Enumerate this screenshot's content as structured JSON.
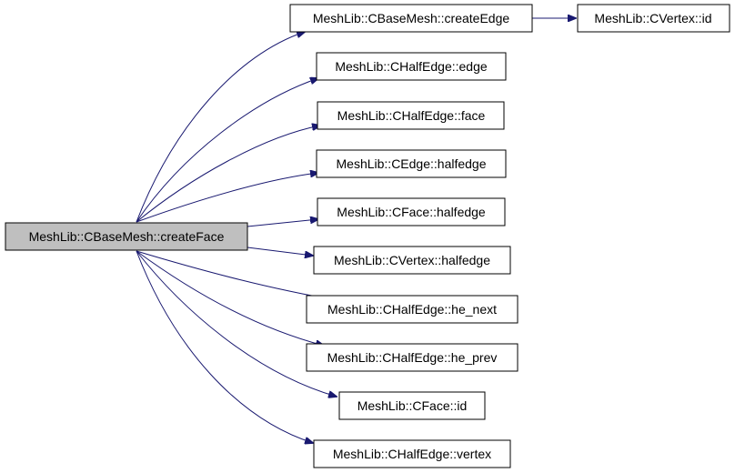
{
  "graph": {
    "edge_color": "#191970",
    "root_fill": "#bfbfbf",
    "node_fill": "#ffffff",
    "root": {
      "label": "MeshLib::CBaseMesh::createFace"
    },
    "callees": [
      {
        "label": "MeshLib::CBaseMesh::createEdge"
      },
      {
        "label": "MeshLib::CHalfEdge::edge"
      },
      {
        "label": "MeshLib::CHalfEdge::face"
      },
      {
        "label": "MeshLib::CEdge::halfedge"
      },
      {
        "label": "MeshLib::CFace::halfedge"
      },
      {
        "label": "MeshLib::CVertex::halfedge"
      },
      {
        "label": "MeshLib::CHalfEdge::he_next"
      },
      {
        "label": "MeshLib::CHalfEdge::he_prev"
      },
      {
        "label": "MeshLib::CFace::id"
      },
      {
        "label": "MeshLib::CHalfEdge::vertex"
      }
    ],
    "second_level": [
      {
        "label": "MeshLib::CVertex::id"
      }
    ]
  }
}
